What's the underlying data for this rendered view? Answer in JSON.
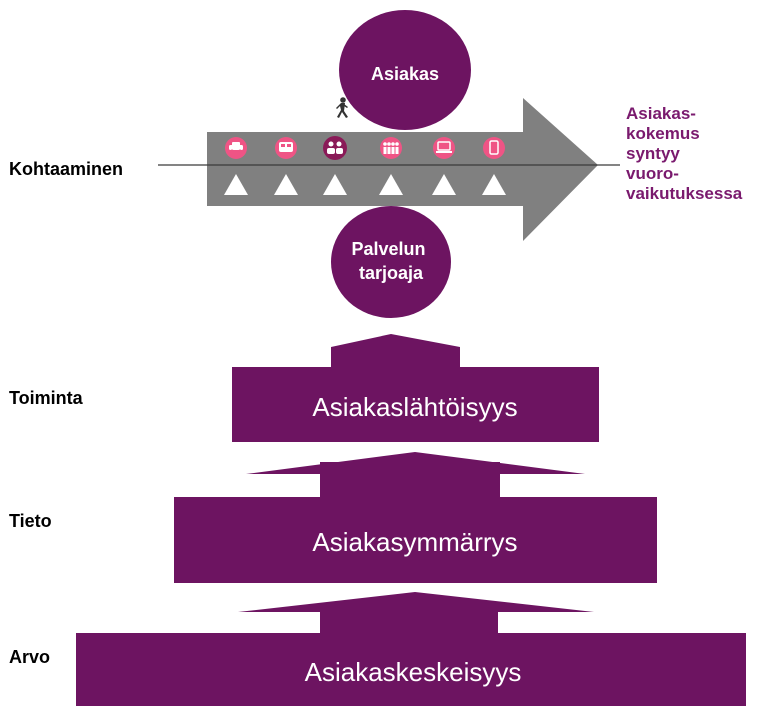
{
  "colors": {
    "purple": "#6d1461",
    "result_text": "#7a1a6e",
    "arrow_grey": "#808080",
    "icon_pink": "#ef5485",
    "white": "#ffffff"
  },
  "circles": {
    "top": "Asiakas",
    "bottom_line1": "Palvelun",
    "bottom_line2": "tarjoaja"
  },
  "side_labels": {
    "kohtaaminen": "Kohtaaminen",
    "toiminta": "Toiminta",
    "tieto": "Tieto",
    "arvo": "Arvo"
  },
  "blocks": {
    "toiminta": "Asiakaslähtöisyys",
    "tieto": "Asiakasymmärrys",
    "arvo": "Asiakaskeskeisyys"
  },
  "result_lines": [
    "Asiakas-",
    "kokemus",
    "syntyy",
    "vuoro-",
    "vaikutuksessa"
  ],
  "touchpoint_icons": [
    "car-icon",
    "bus-icon",
    "people-icon",
    "group-icon",
    "laptop-icon",
    "phone-icon"
  ],
  "walker_icon": "walking-person-icon"
}
